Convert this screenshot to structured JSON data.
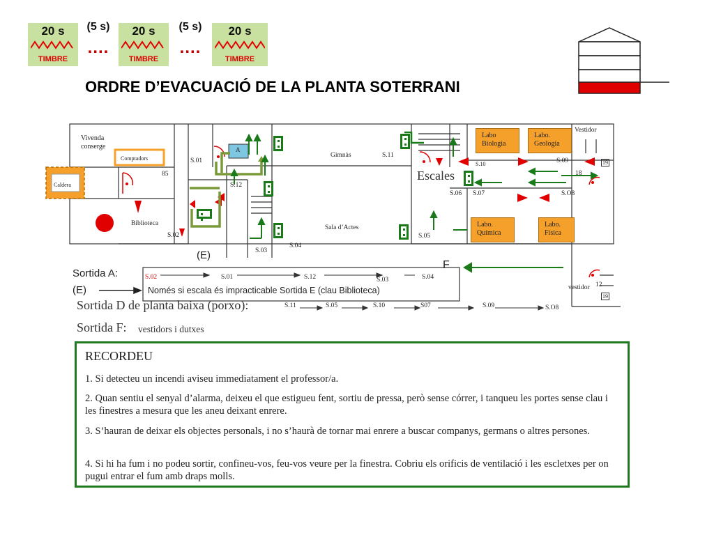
{
  "alarm": {
    "blocks": [
      {
        "duration": "20 s",
        "label": "TIMBRE"
      },
      {
        "duration": "20 s",
        "label": "TIMBRE"
      },
      {
        "duration": "20 s",
        "label": "TIMBRE"
      }
    ],
    "pauses": [
      {
        "duration": "(5 s)",
        "dots": "...."
      },
      {
        "duration": "(5 s)",
        "dots": "...."
      }
    ]
  },
  "title": "ORDRE D’EVACUACIÓ DE LA PLANTA SOTERRANI",
  "plan": {
    "rooms": {
      "vivenda": "Vivenda conserge",
      "comptadors": "Comptadors",
      "caldera": "Caldera",
      "biblioteca": "Biblioteca",
      "gimnas": "Gimnàs",
      "sala_actes": "Sala d’Actes",
      "escales": "Escales",
      "vestidor_top": "Vestidor",
      "vestidor_bottom": "vestidor",
      "a_box": "A"
    },
    "labs": {
      "biologia": "Labo Biologia",
      "geologia": "Labo. Geologia",
      "quimica": "Labo. Química",
      "fisica": "Labo. Física"
    },
    "codes": {
      "s01": "S.01",
      "s02": "S.02",
      "s03": "S.03",
      "s04": "S.04",
      "s05": "S.05",
      "s06": "S.06",
      "s07": "S.07",
      "s08": "S.O8",
      "s09": "S.09",
      "s10": "S.10",
      "s11": "S.11",
      "s12": "S.12",
      "n85": "85",
      "n18": "18",
      "n19a": "19",
      "n19b": "19",
      "n12": "12"
    },
    "e_label": "(E)",
    "f_label": "F"
  },
  "exit_a": {
    "label_line1": "Sortida A:",
    "label_line2": "(E)",
    "route": [
      "S.02",
      "S.01",
      "S.12",
      "S.03",
      "S.04"
    ],
    "note": "Només si escala és impracticable Sortida E (clau Biblioteca)"
  },
  "exit_d": {
    "label": "Sortida D de planta baixa (porxo):",
    "route": [
      "S.11",
      "S.05",
      "S.10",
      "S07",
      "S.09",
      "S.O8"
    ]
  },
  "exit_f": {
    "label": "Sortida F:",
    "sub": "vestidors i dutxes"
  },
  "recordeu": {
    "heading": "RECORDEU",
    "items": [
      "1. Si detecteu un incendi aviseu immediatament el professor/a.",
      "2. Quan sentiu el senyal d’alarma, deixeu el que estigueu fent, sortiu de pressa, però sense córrer, i tanqueu les portes sense clau i les finestres a mesura que les aneu deixant enrere.",
      "3. S’hauran de deixar els objectes personals, i no s’haurà de tornar mai enrere a buscar companys, germans o altres persones.",
      "4. Si hi ha fum i no podeu sortir, confineu-vos, feu-vos veure per la finestra. Cobriu els orificis de ventilació i les escletxes per on pugui entrar el fum amb draps molls."
    ]
  },
  "colors": {
    "alarm_bg": "#c9e1a0",
    "timbre_red": "#e00000",
    "lab_orange": "#f5a02a",
    "exit_green": "#1a7a1a",
    "route_olive": "#7a9a3a",
    "highlight_red": "#e00000"
  }
}
